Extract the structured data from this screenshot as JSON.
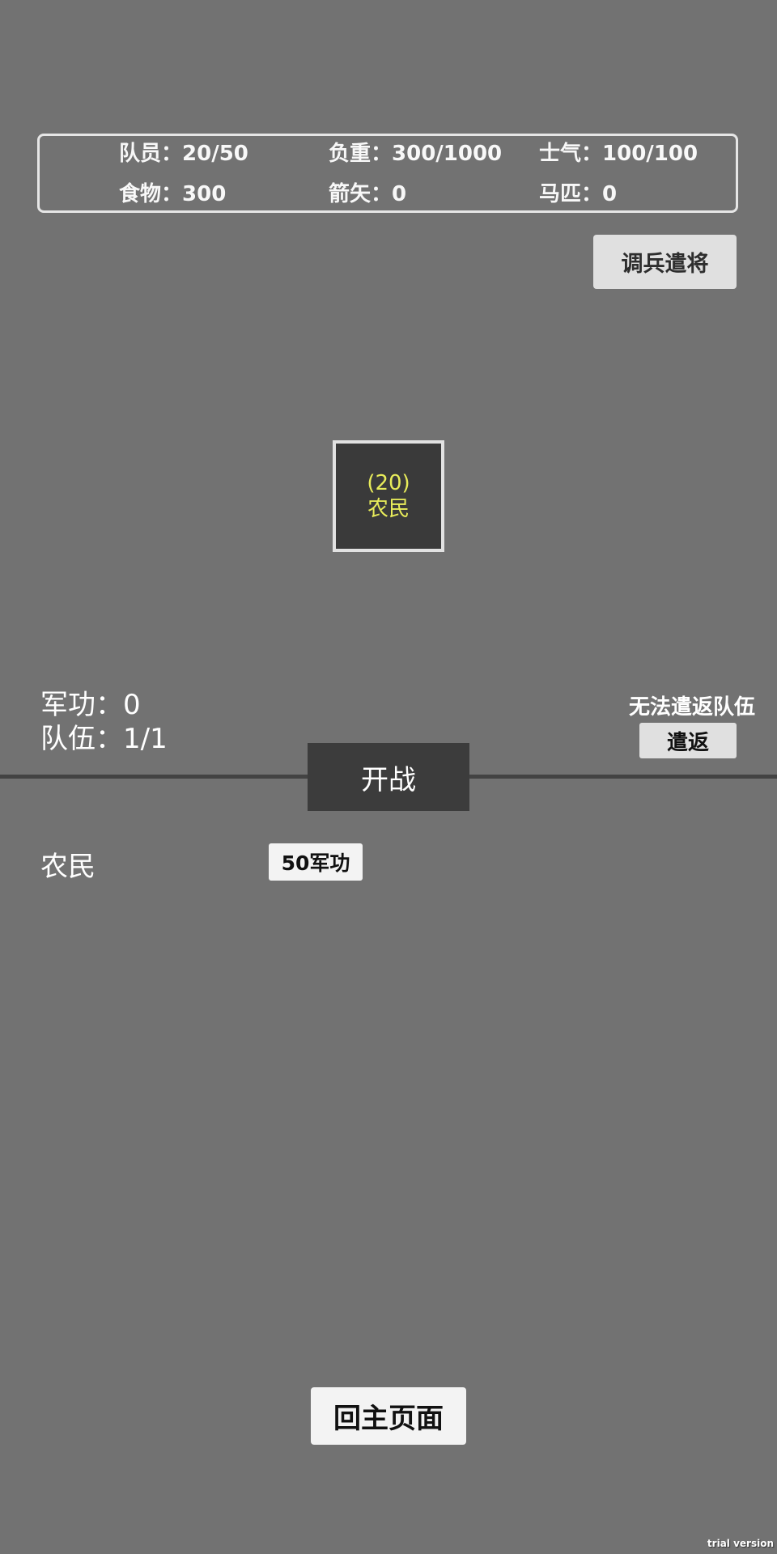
{
  "stats": {
    "members": {
      "label": "队员：",
      "value": "20/50"
    },
    "load": {
      "label": "负重：",
      "value": "300/1000"
    },
    "morale": {
      "label": "士气：",
      "value": "100/100"
    },
    "food": {
      "label": "食物：",
      "value": "300"
    },
    "arrows": {
      "label": "箭矢：",
      "value": "0"
    },
    "horses": {
      "label": "马匹：",
      "value": "0"
    }
  },
  "deploy_button": "调兵遣将",
  "unit_card": {
    "count": "(20)",
    "name": "农民"
  },
  "merit": {
    "merit_label": "军功：",
    "merit_value": "0",
    "team_label": "队伍：",
    "team_value": "1/1"
  },
  "retreat": {
    "note": "无法遣返队伍",
    "button": "遣返"
  },
  "battle_button": "开战",
  "recruit": {
    "unit_name": "农民",
    "cost_button": "50军功"
  },
  "home_button": "回主页面",
  "watermark": "trial version",
  "colors": {
    "background": "#727272",
    "unit_text": "#e8ec5a",
    "dark_button": "#3c3c3c"
  }
}
